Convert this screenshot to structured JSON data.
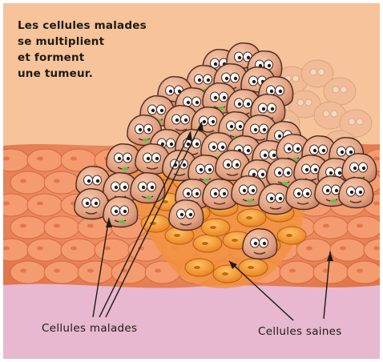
{
  "caption": {
    "lines": [
      "Les cellules malades",
      "se multiplient",
      "et forment",
      "une tumeur."
    ]
  },
  "labels": {
    "diseased": "Cellules malades",
    "healthy": "Cellules saines"
  },
  "colors": {
    "background": "#f6c39b",
    "tissue": "#f08a5c",
    "tissue_dark": "#d96a3e",
    "base_layer": "#e7b8cf",
    "tumor_cell": "#e7ae8e",
    "tumor_cell_outline": "#4b2a20",
    "healthy_orange": "#f29a2e"
  }
}
